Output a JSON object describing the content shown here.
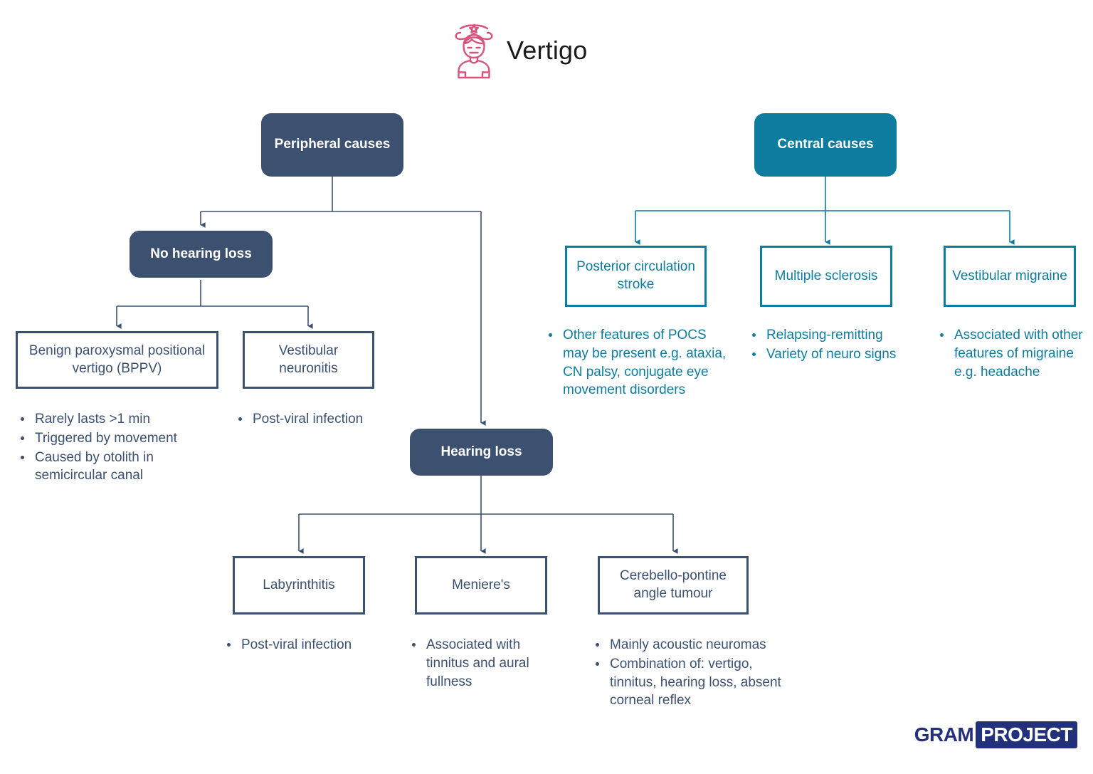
{
  "header": {
    "title": "Vertigo",
    "icon": "dizzy-person-icon",
    "icon_color": "#d9547c"
  },
  "palette": {
    "navy": "#3c5070",
    "teal": "#0d7c9e",
    "logo_navy": "#23307a",
    "background": "#ffffff"
  },
  "nodes": {
    "peripheral_causes": "Peripheral causes",
    "central_causes": "Central causes",
    "no_hearing_loss": "No hearing loss",
    "hearing_loss": "Hearing loss",
    "bppv": "Benign paroxysmal positional vertigo (BPPV)",
    "vestibular_neuronitis": "Vestibular neuronitis",
    "posterior_circulation_stroke": "Posterior circulation stroke",
    "multiple_sclerosis": "Multiple sclerosis",
    "vestibular_migraine": "Vestibular migraine",
    "labyrinthitis": "Labyrinthitis",
    "menieres": "Meniere's",
    "cpa_tumour": "Cerebello-pontine angle tumour"
  },
  "bullets": {
    "bppv": [
      "Rarely lasts >1 min",
      "Triggered by movement",
      "Caused by otolith in semicircular canal"
    ],
    "vestibular_neuronitis": [
      "Post-viral infection"
    ],
    "posterior_circulation_stroke": [
      "Other features of POCS may be present e.g. ataxia, CN palsy, conjugate eye movement disorders"
    ],
    "multiple_sclerosis": [
      "Relapsing-remitting",
      "Variety of neuro signs"
    ],
    "vestibular_migraine": [
      "Associated with other features of migraine e.g. headache"
    ],
    "labyrinthitis": [
      "Post-viral infection"
    ],
    "menieres": [
      "Associated with tinnitus and aural fullness"
    ],
    "cpa_tumour": [
      "Mainly acoustic neuromas",
      "Combination of: vertigo, tinnitus, hearing loss, absent corneal reflex"
    ]
  },
  "logo": {
    "part1": "GRAM",
    "part2": "PROJECT"
  }
}
